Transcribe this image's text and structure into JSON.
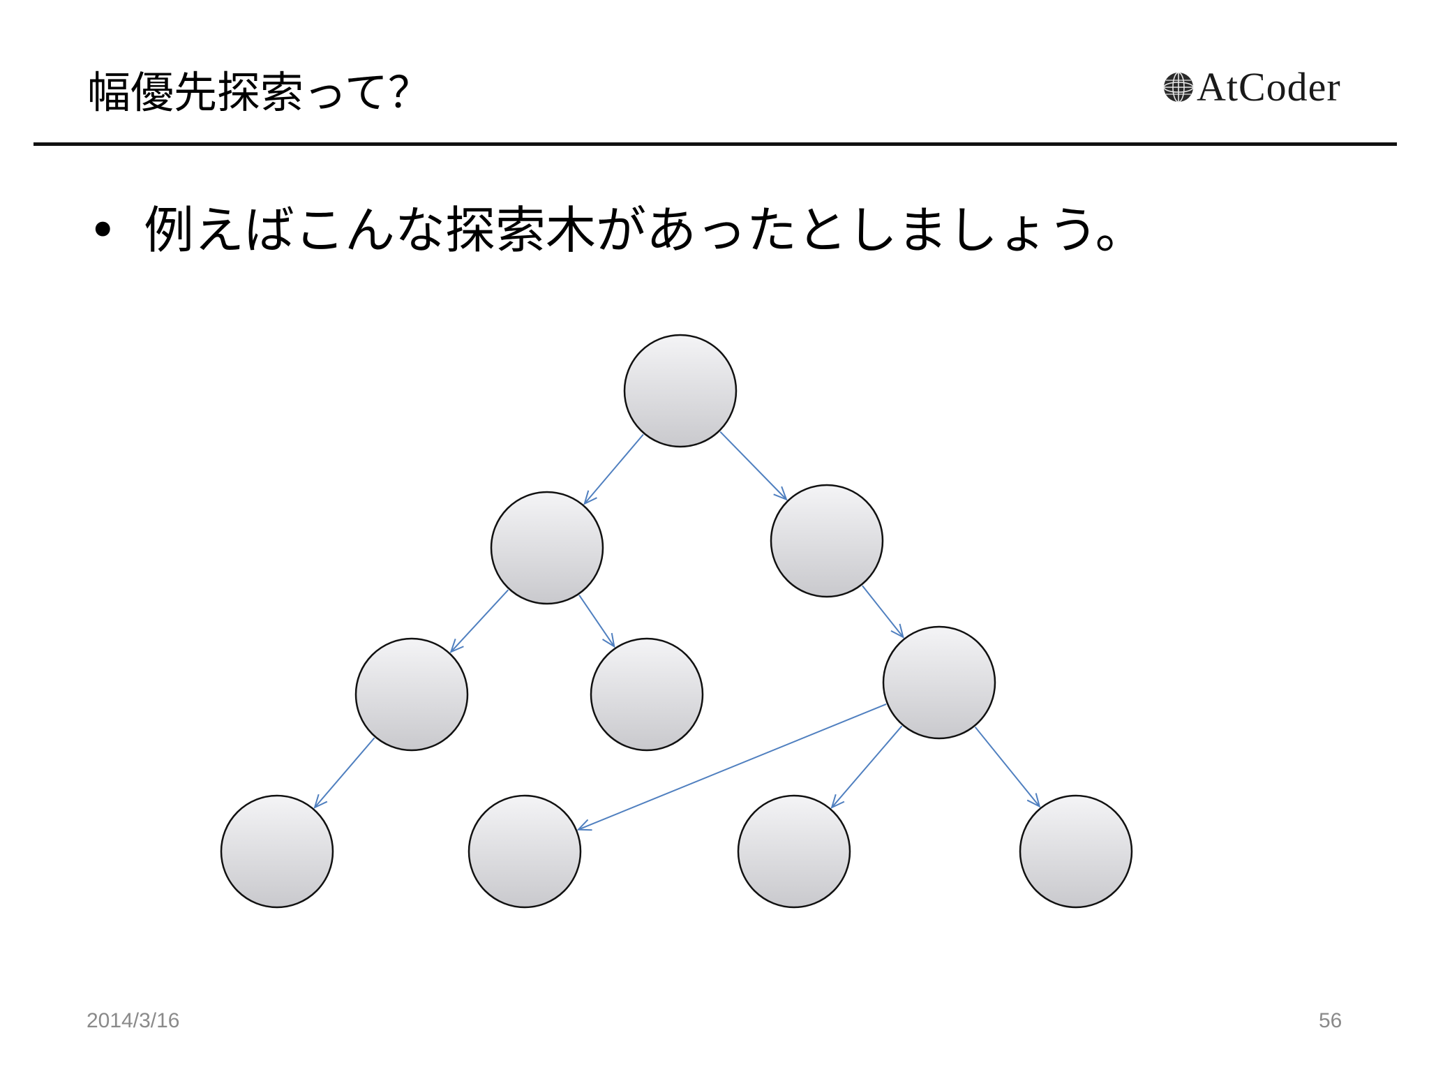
{
  "slide": {
    "title": "幅優先探索って？",
    "bullet_text": "例えばこんな探索木があったとしましょう。",
    "footer_date": "2014/3/16",
    "page_number": "56"
  },
  "logo": {
    "text": "AtCoder",
    "icon": "globe-icon"
  },
  "colors": {
    "rule": "#111111",
    "edge": "#4f7fbf",
    "node_fill_top": "#f4f4f6",
    "node_fill_bottom": "#c9c9cd",
    "node_stroke": "#111111",
    "footer_text": "#8a8a8a"
  },
  "tree": {
    "nodes": [
      {
        "id": "root",
        "label": ""
      },
      {
        "id": "n1",
        "label": ""
      },
      {
        "id": "n2",
        "label": ""
      },
      {
        "id": "n3",
        "label": ""
      },
      {
        "id": "n4",
        "label": ""
      },
      {
        "id": "n5",
        "label": ""
      },
      {
        "id": "n6",
        "label": ""
      },
      {
        "id": "n7",
        "label": ""
      },
      {
        "id": "n8",
        "label": ""
      },
      {
        "id": "n9",
        "label": ""
      }
    ],
    "edges": [
      {
        "from": "root",
        "to": "n1"
      },
      {
        "from": "root",
        "to": "n2"
      },
      {
        "from": "n1",
        "to": "n3"
      },
      {
        "from": "n1",
        "to": "n4"
      },
      {
        "from": "n2",
        "to": "n5"
      },
      {
        "from": "n3",
        "to": "n6"
      },
      {
        "from": "n5",
        "to": "n7"
      },
      {
        "from": "n5",
        "to": "n8"
      },
      {
        "from": "n5",
        "to": "n9"
      }
    ]
  }
}
